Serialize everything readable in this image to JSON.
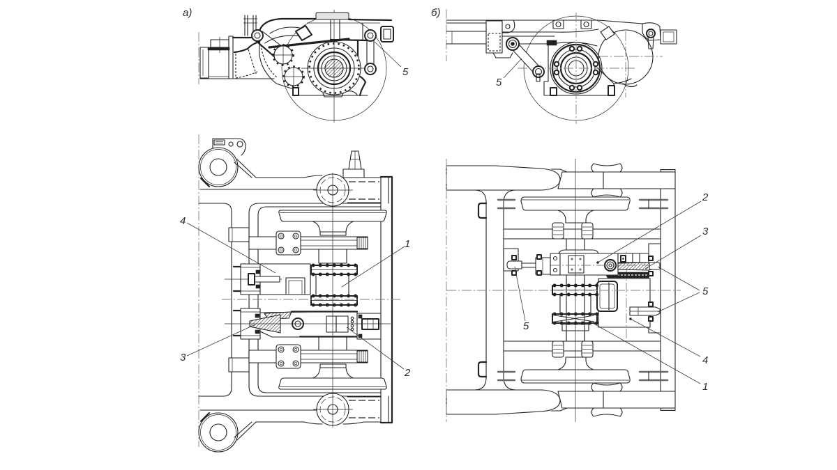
{
  "colors": {
    "ink": "#222222",
    "paper": "#ffffff"
  },
  "panels": [
    {
      "label": "а)",
      "side_view": {
        "callouts": [
          "5"
        ]
      },
      "plan_view": {
        "callouts": [
          "4",
          "3",
          "1",
          "2"
        ]
      }
    },
    {
      "label": "б)",
      "side_view": {
        "callouts": [
          "5"
        ]
      },
      "plan_view": {
        "callouts": [
          "2",
          "3",
          "5",
          "4",
          "1",
          "5"
        ]
      }
    }
  ]
}
